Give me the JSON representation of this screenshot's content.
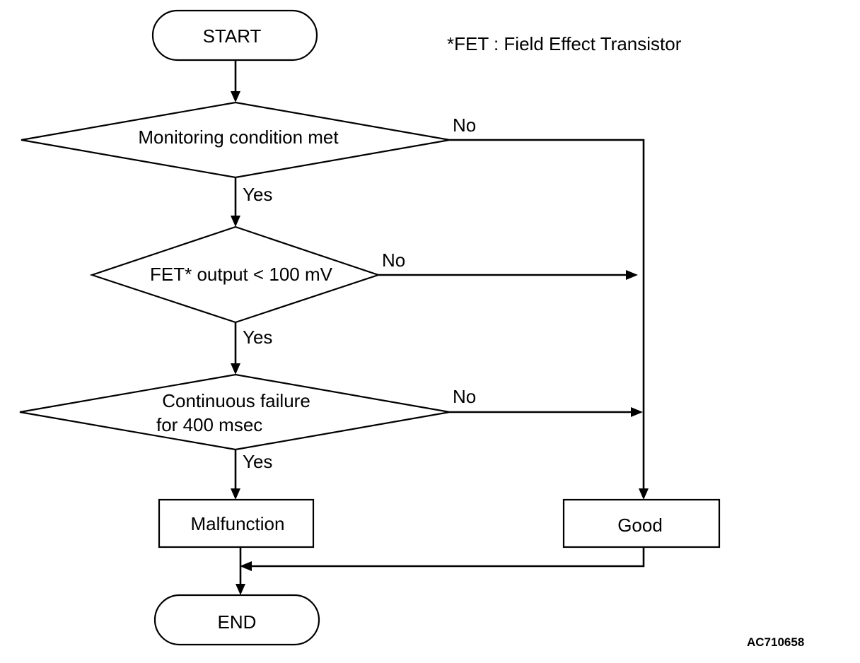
{
  "footnote": "*FET : Field Effect Transistor",
  "figure_id": "AC710658",
  "nodes": {
    "start": "START",
    "decision1": "Monitoring condition met",
    "decision2": "FET* output < 100 mV",
    "decision3_line1": "Continuous failure",
    "decision3_line2": "for 400 msec",
    "malfunction": "Malfunction",
    "good": "Good",
    "end": "END"
  },
  "branch_labels": {
    "yes": "Yes",
    "no": "No"
  },
  "colors": {
    "stroke": "#000000",
    "background": "#ffffff"
  }
}
